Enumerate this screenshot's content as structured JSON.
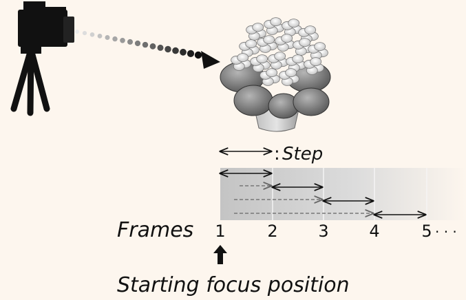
{
  "step_legend": {
    "separator": ":",
    "label": "Step"
  },
  "frames": {
    "label": "Frames",
    "numbers": [
      "1",
      "2",
      "3",
      "4",
      "5"
    ],
    "ellipsis": "· · ·"
  },
  "start_label": "Starting focus position",
  "icons": {
    "camera": "camera-on-tripod-icon",
    "subject": "flower-pot-icon",
    "start_arrow": "arrow-up-icon"
  },
  "colors": {
    "background": "#fdf6ee",
    "ink": "#111111",
    "band_dark": "#c8c8c8",
    "band_light": "#fdf6ee"
  }
}
